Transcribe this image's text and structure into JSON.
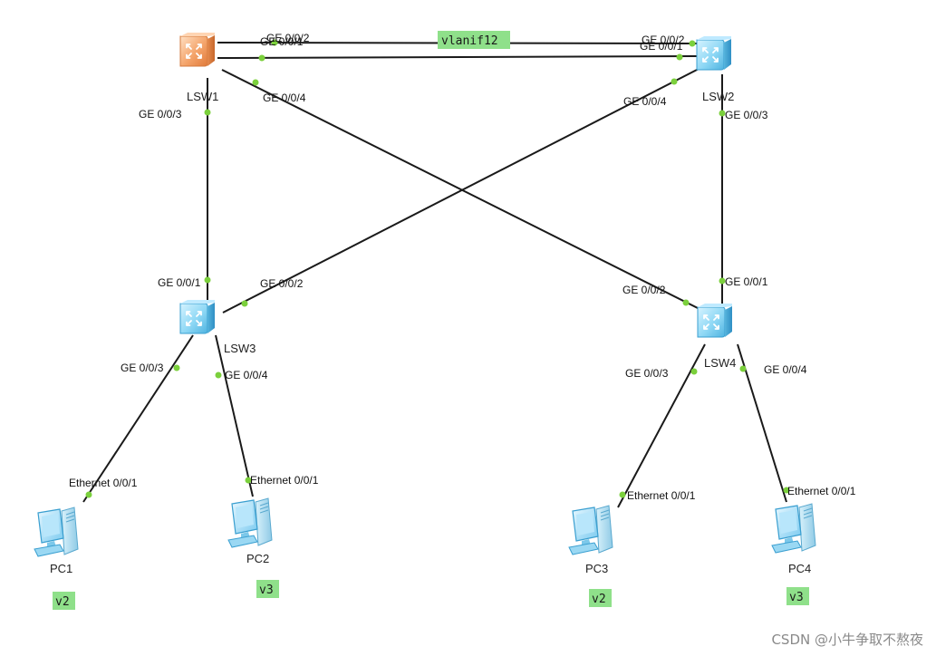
{
  "colors": {
    "core_switch": "#f4a46b",
    "access_switch": "#8fd8f5",
    "port_dot": "#7bd03c",
    "tag": "#8fe08a",
    "link": "#1a1a1a"
  },
  "devices": [
    {
      "id": "LSW1",
      "label": "LSW1",
      "type": "switch",
      "variant": "core",
      "icon": "switch-orange-icon"
    },
    {
      "id": "LSW2",
      "label": "LSW2",
      "type": "switch",
      "variant": "access",
      "icon": "switch-blue-icon"
    },
    {
      "id": "LSW3",
      "label": "LSW3",
      "type": "switch",
      "variant": "access",
      "icon": "switch-blue-icon"
    },
    {
      "id": "LSW4",
      "label": "LSW4",
      "type": "switch",
      "variant": "access",
      "icon": "switch-blue-icon"
    },
    {
      "id": "PC1",
      "label": "PC1",
      "type": "pc",
      "icon": "pc-icon"
    },
    {
      "id": "PC2",
      "label": "PC2",
      "type": "pc",
      "icon": "pc-icon"
    },
    {
      "id": "PC3",
      "label": "PC3",
      "type": "pc",
      "icon": "pc-icon"
    },
    {
      "id": "PC4",
      "label": "PC4",
      "type": "pc",
      "icon": "pc-icon"
    }
  ],
  "links": [
    {
      "from": "LSW1",
      "from_port": "GE 0/0/2",
      "to": "LSW2",
      "to_port": "GE 0/0/2"
    },
    {
      "from": "LSW1",
      "from_port": "GE 0/0/1",
      "to": "LSW2",
      "to_port": "GE 0/0/1"
    },
    {
      "from": "LSW1",
      "from_port": "GE 0/0/3",
      "to": "LSW3",
      "to_port": "GE 0/0/1"
    },
    {
      "from": "LSW1",
      "from_port": "GE 0/0/4",
      "to": "LSW4",
      "to_port": "GE 0/0/2"
    },
    {
      "from": "LSW2",
      "from_port": "GE 0/0/4",
      "to": "LSW3",
      "to_port": "GE 0/0/2"
    },
    {
      "from": "LSW2",
      "from_port": "GE 0/0/3",
      "to": "LSW4",
      "to_port": "GE 0/0/1"
    },
    {
      "from": "LSW3",
      "from_port": "GE 0/0/3",
      "to": "PC1",
      "to_port": "Ethernet 0/0/1"
    },
    {
      "from": "LSW3",
      "from_port": "GE 0/0/4",
      "to": "PC2",
      "to_port": "Ethernet 0/0/1"
    },
    {
      "from": "LSW4",
      "from_port": "GE 0/0/3",
      "to": "PC3",
      "to_port": "Ethernet 0/0/1"
    },
    {
      "from": "LSW4",
      "from_port": "GE 0/0/4",
      "to": "PC4",
      "to_port": "Ethernet 0/0/1"
    }
  ],
  "tags": [
    {
      "id": "vlanif12",
      "text": "vlanif12"
    },
    {
      "id": "pc1-vlan",
      "text": "v2"
    },
    {
      "id": "pc2-vlan",
      "text": "v3"
    },
    {
      "id": "pc3-vlan",
      "text": "v2"
    },
    {
      "id": "pc4-vlan",
      "text": "v3"
    }
  ],
  "watermark": "CSDN @小牛争取不熬夜"
}
